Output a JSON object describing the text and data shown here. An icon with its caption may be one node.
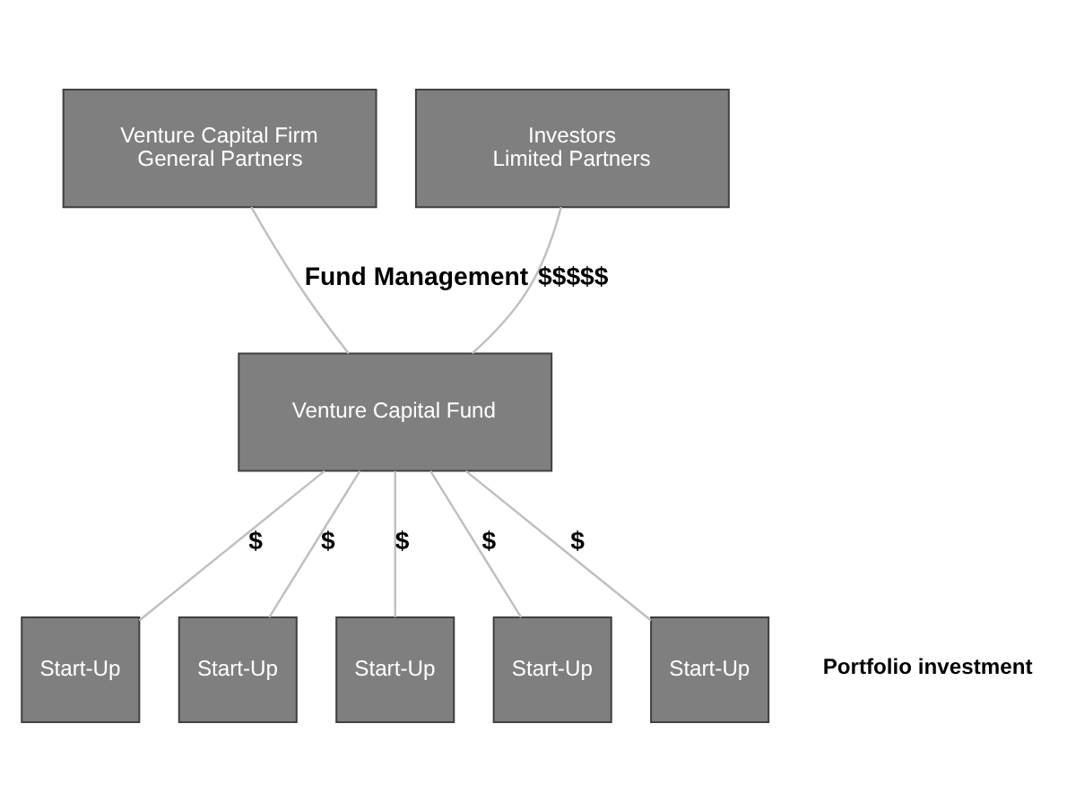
{
  "diagram": {
    "nodes": [
      {
        "text": [
          "Venture Capital Firm",
          "General Partners"
        ]
      },
      {
        "text": [
          "Investors",
          "Limited Partners"
        ]
      },
      {
        "text": [
          "Venture Capital Fund"
        ]
      },
      {
        "text": [
          "Start-Up"
        ]
      },
      {
        "text": [
          "Start-Up"
        ]
      },
      {
        "text": [
          "Start-Up"
        ]
      },
      {
        "text": [
          "Start-Up"
        ]
      },
      {
        "text": [
          "Start-Up"
        ]
      }
    ],
    "edges": [
      {
        "from": 0,
        "to": 2,
        "arrow": "none",
        "label": "Fund Management"
      },
      {
        "from": 1,
        "to": 2,
        "arrow": "none",
        "label": "$$$$$"
      },
      {
        "from": 2,
        "to": 3,
        "arrow": "none",
        "label": "$"
      },
      {
        "from": 2,
        "to": 4,
        "arrow": "none",
        "label": "$"
      },
      {
        "from": 2,
        "to": 5,
        "arrow": "none",
        "label": "$"
      },
      {
        "from": 2,
        "to": 6,
        "arrow": "none",
        "label": "$"
      },
      {
        "from": 2,
        "to": 7,
        "arrow": "none",
        "label": "$"
      }
    ],
    "labels": [
      "Portfolio investment"
    ]
  }
}
